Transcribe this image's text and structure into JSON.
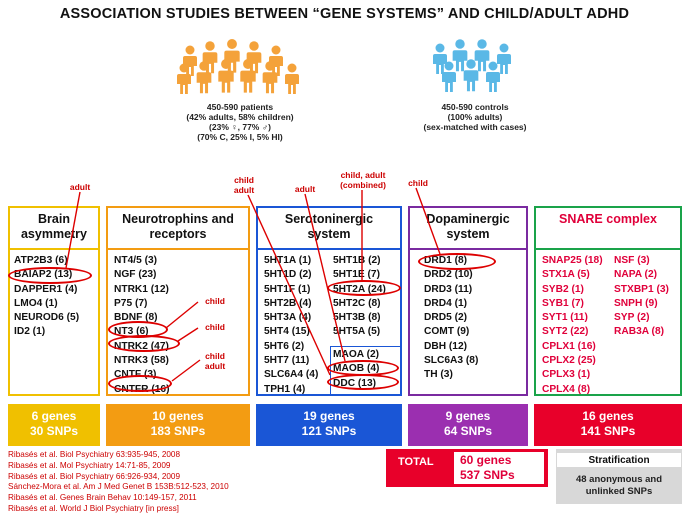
{
  "title": "ASSOCIATION STUDIES BETWEEN “GENE SYSTEMS” AND CHILD/ADULT ADHD",
  "patients": {
    "lines": [
      "450-590 patients",
      "(42% adults, 58% children)",
      "(23% ♀, 77% ♂)",
      "(70% C, 25% I, 5% HI)"
    ]
  },
  "controls": {
    "lines": [
      "450-590 controls",
      "(100% adults)",
      "(sex-matched with cases)"
    ]
  },
  "annotations": {
    "adult": "adult",
    "child": "child",
    "child_adult_1": "child",
    "child_adult_2": "adult",
    "child_adult_combined_1": "child, adult",
    "child_adult_combined_2": "(combined)"
  },
  "colors": {
    "brain": "#f0c000",
    "neuro": "#f39c12",
    "sero": "#1a56d6",
    "dopa": "#7a2aa0",
    "snare": "#1aa34a",
    "snare_text": "#e0003a",
    "red": "#d00000"
  },
  "systems": {
    "brain": {
      "header": [
        "Brain",
        "asymmetry"
      ],
      "genes": [
        "ATP2B3 (6)",
        "BAIAP2 (13)",
        "DAPPER1 (4)",
        "LMO4 (1)",
        "NEUROD6 (5)",
        "ID2 (1)"
      ],
      "summary_genes": "6 genes",
      "summary_snps": "30 SNPs"
    },
    "neuro": {
      "header": [
        "Neurotrophins and",
        "receptors"
      ],
      "genes": [
        "NT4/5 (3)",
        "NGF (23)",
        "NTRK1 (12)",
        "P75 (7)",
        "BDNF (8)",
        "NT3 (6)",
        "NTRK2 (47)",
        "NTRK3 (58)",
        "CNTF (3)",
        "CNTFR (16)"
      ],
      "summary_genes": "10 genes",
      "summary_snps": "183 SNPs"
    },
    "sero": {
      "header": [
        "Serotoninergic",
        "system"
      ],
      "genes_col1": [
        "5HT1A (1)",
        "5HT1D (2)",
        "5HT1F (1)",
        "5HT2B (4)",
        "5HT3A (4)",
        "5HT4 (15)",
        "5HT6 (2)",
        "5HT7 (11)",
        "SLC6A4 (4)",
        "TPH1 (4)"
      ],
      "genes_col2": [
        "5HT1B (2)",
        "5HT1E (7)",
        "5HT2A (24)",
        "5HT2C (8)",
        "5HT3B (8)",
        "5HT5A (5)"
      ],
      "genes_col2b": [
        "MAOA (2)",
        "MAOB (4)",
        "DDC (13)"
      ],
      "summary_genes": "19 genes",
      "summary_snps": "121 SNPs"
    },
    "dopa": {
      "header": [
        "Dopaminergic",
        "system"
      ],
      "genes": [
        "DRD1 (8)",
        "DRD2 (10)",
        "DRD3 (11)",
        "DRD4 (1)",
        "DRD5 (2)",
        "COMT (9)",
        "DBH (12)",
        "SLC6A3 (8)",
        "TH (3)"
      ],
      "summary_genes": "9 genes",
      "summary_snps": "64 SNPs"
    },
    "snare": {
      "header": [
        "SNARE complex"
      ],
      "genes_col1": [
        "SNAP25 (18)",
        "STX1A (5)",
        "SYB2 (1)",
        "SYB1 (7)",
        "SYT1 (11)",
        "SYT2 (22)",
        "CPLX1 (16)",
        "CPLX2 (25)",
        "CPLX3 (1)",
        "CPLX4 (8)"
      ],
      "genes_col2": [
        "NSF (3)",
        "NAPA (2)",
        "STXBP1 (3)",
        "SNPH (9)",
        "SYP (2)",
        "RAB3A (8)"
      ],
      "summary_genes": "16 genes",
      "summary_snps": "141 SNPs"
    }
  },
  "references": [
    "Ribasés et al. Biol Psychiatry 63:935-945, 2008",
    "Ribasés et al. Mol Psychiatry 14:71-85, 2009",
    "Ribasés et al. Biol Psychiatry 66:926-934, 2009",
    "Sánchez-Mora et al. Am J Med Genet B 153B:512-523, 2010",
    "Ribasés et al. Genes Brain Behav 10:149-157, 2011",
    "Ribasés et al. World J Biol Psychiatry [in press]"
  ],
  "total": {
    "label": "TOTAL",
    "genes": "60 genes",
    "snps": "537 SNPs"
  },
  "stratification": {
    "title": "Stratification",
    "text": [
      "48 anonymous and",
      "unlinked SNPs"
    ]
  }
}
